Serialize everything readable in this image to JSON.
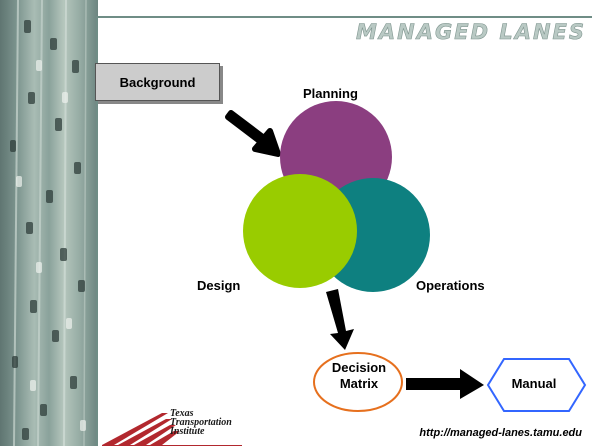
{
  "header": {
    "title": "MANAGED LANES"
  },
  "diagram": {
    "start": "Background",
    "circles": {
      "planning": "Planning",
      "design": "Design",
      "operations": "Operations"
    },
    "decision": [
      "Decision",
      "Matrix"
    ],
    "result": "Manual"
  },
  "footer": {
    "logo": [
      "Texas",
      "Transportation",
      "Institute"
    ],
    "url": "http://managed-lanes.tamu.edu"
  },
  "colors": {
    "planning": "#8b3e80",
    "design": "#99cc00",
    "operations": "#0e8080",
    "decision_border": "#e6701e",
    "manual_border": "#3366ff",
    "logo_red": "#b2282e"
  }
}
